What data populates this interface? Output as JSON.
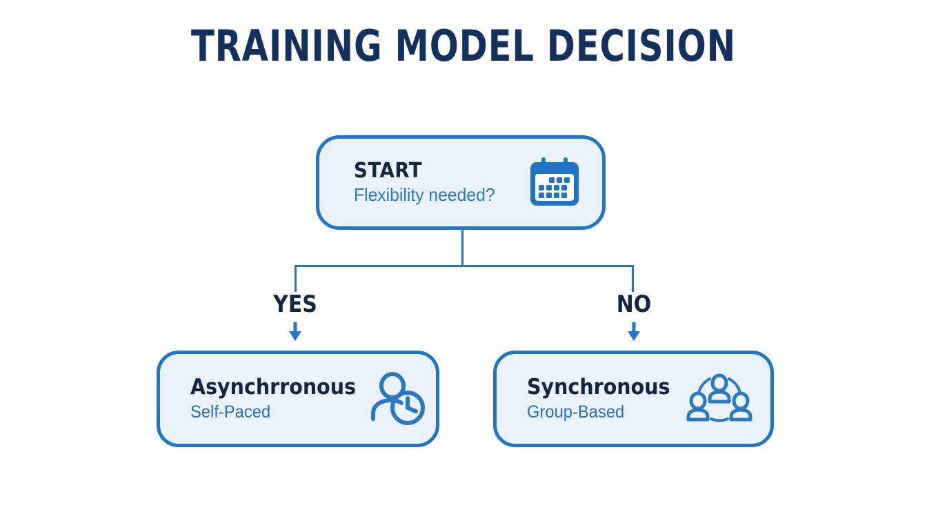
{
  "page": {
    "title": "TRAINING MODEL DECISION",
    "background_color": "#fdfdfe",
    "accent_blue": "#1f74c4",
    "node_fill": "#eaf2fb",
    "title_color": "#14305c",
    "subtitle_color": "#2a6fb5",
    "heading_color": "#14253f"
  },
  "diagram": {
    "type": "decision-flowchart",
    "nodes": [
      {
        "id": "start",
        "title": "START",
        "subtitle": "Flexibility needed?",
        "icon": "calendar-icon"
      },
      {
        "id": "asynchronous",
        "title": "Asynchrronous",
        "subtitle": "Self-Paced",
        "icon": "person-clock-icon"
      },
      {
        "id": "synchronous",
        "title": "Synchronous",
        "subtitle": "Group-Based",
        "icon": "people-group-icon"
      }
    ],
    "branches": [
      {
        "id": "yes",
        "label": "YES",
        "from": "start",
        "to": "asynchronous",
        "arrow_icon": "arrow-down-icon"
      },
      {
        "id": "no",
        "label": "NO",
        "from": "start",
        "to": "synchronous",
        "arrow_icon": "arrow-down-icon"
      }
    ]
  }
}
